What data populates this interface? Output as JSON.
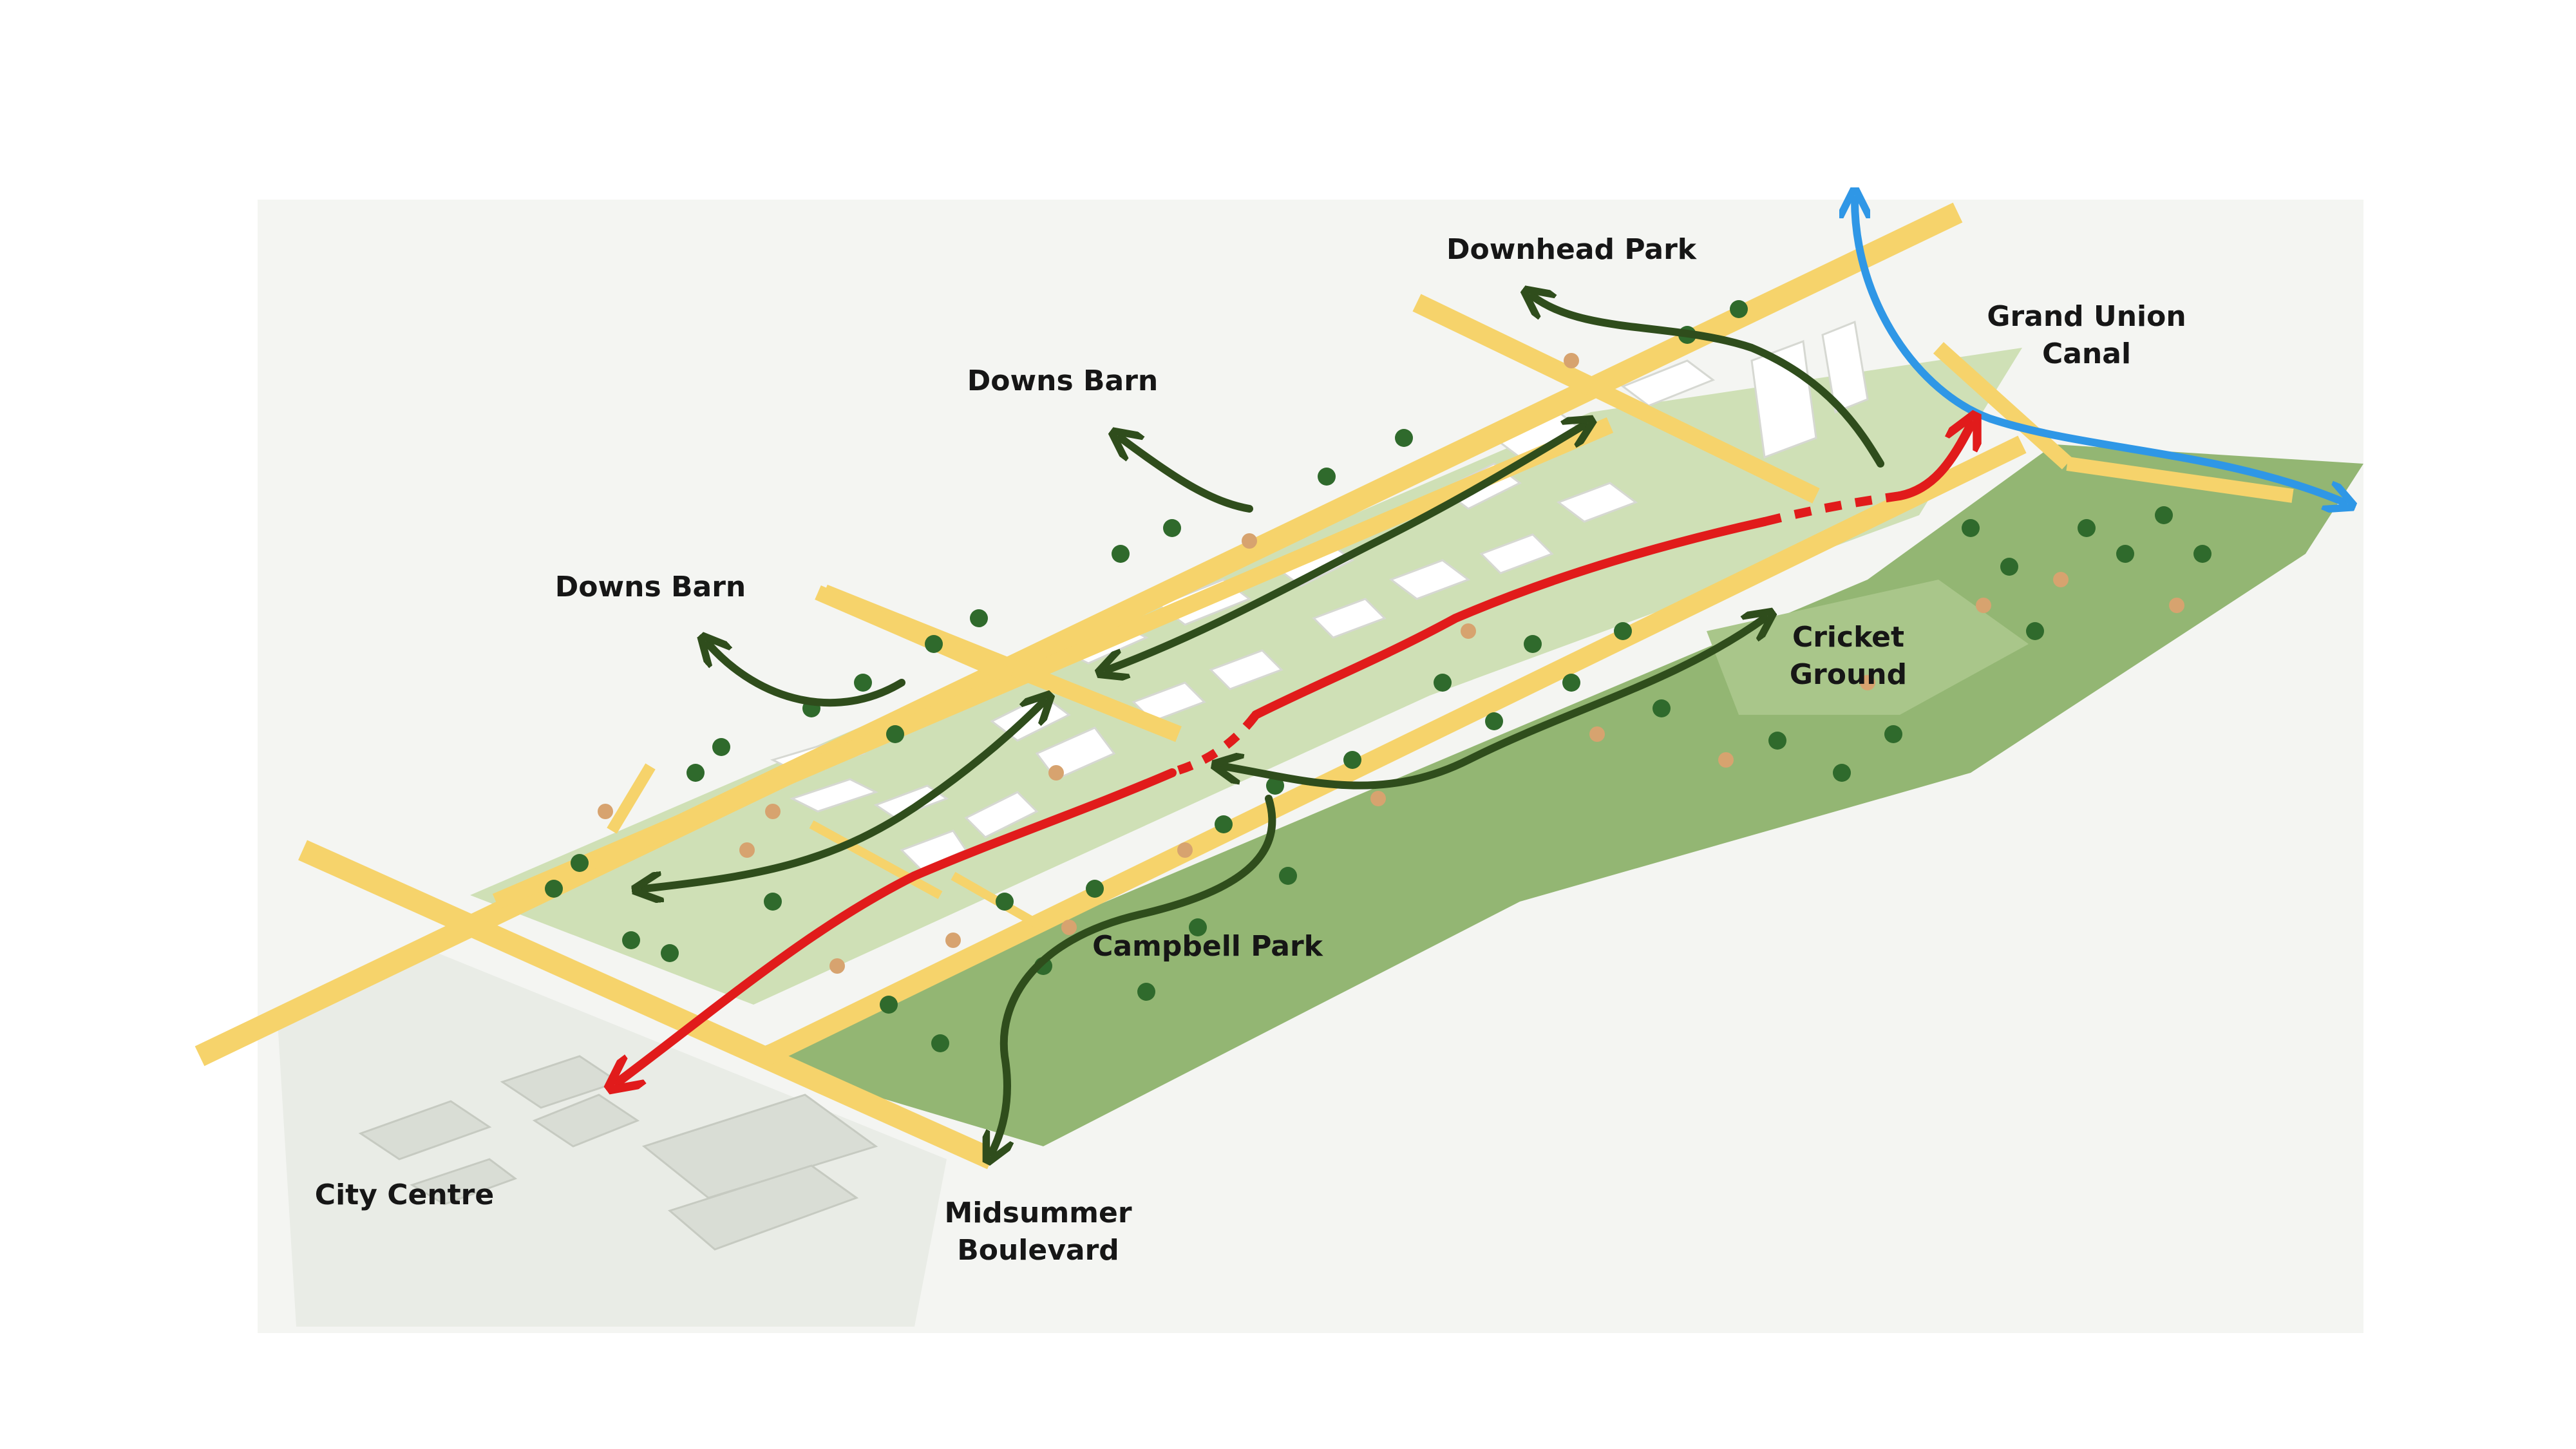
{
  "labels": {
    "downhead_park": "Downhead Park",
    "grand_union_canal_line1": "Grand Union",
    "grand_union_canal_line2": "Canal",
    "downs_barn_north": "Downs Barn",
    "downs_barn_west": "Downs Barn",
    "cricket_ground_line1": "Cricket",
    "cricket_ground_line2": "Ground",
    "campbell_park": "Campbell Park",
    "city_centre": "City Centre",
    "midsummer_boulevard_line1": "Midsummer",
    "midsummer_boulevard_line2": "Boulevard"
  },
  "colors": {
    "road": "#f6d36b",
    "park": "#93b673",
    "park_dark": "#7ea45e",
    "development_ground": "#cfe0b6",
    "building": "#ffffff",
    "tree_dark": "#2f6a2c",
    "tree_light": "#d7a36f",
    "green_route": "#2f4d1c",
    "red_route": "#e11b1b",
    "canal_route": "#2f97e6",
    "city_centre_ground": "#e9ece6"
  },
  "legend_icons": [
    "green-link-arrow",
    "red-spine-arrow",
    "canal-arrow"
  ]
}
